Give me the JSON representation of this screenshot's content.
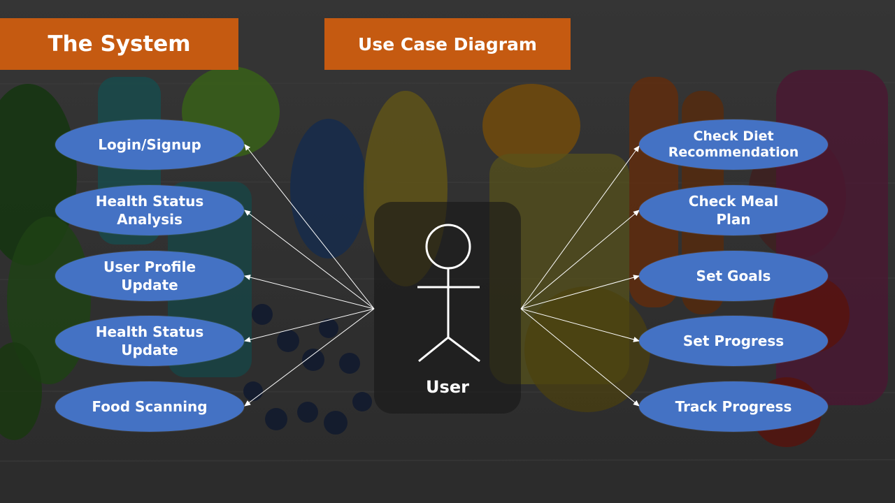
{
  "slide": {
    "title": "The System",
    "subtitle": "Use Case Diagram",
    "actor": "User"
  },
  "left_use_cases": [
    {
      "line1": "Login/Signup",
      "line2": ""
    },
    {
      "line1": "Health Status",
      "line2": "Analysis"
    },
    {
      "line1": "User Profile",
      "line2": "Update"
    },
    {
      "line1": "Health Status",
      "line2": "Update"
    },
    {
      "line1": "Food Scanning",
      "line2": ""
    }
  ],
  "right_use_cases": [
    {
      "line1": "Check Diet",
      "line2": "Recommendation"
    },
    {
      "line1": "Check Meal",
      "line2": "Plan"
    },
    {
      "line1": "Set Goals",
      "line2": ""
    },
    {
      "line1": "Set Progress",
      "line2": ""
    },
    {
      "line1": "Track Progress",
      "line2": ""
    }
  ],
  "colors": {
    "banner": "#c55a11",
    "use_case": "#4472c4",
    "arrow": "#ffffff"
  }
}
